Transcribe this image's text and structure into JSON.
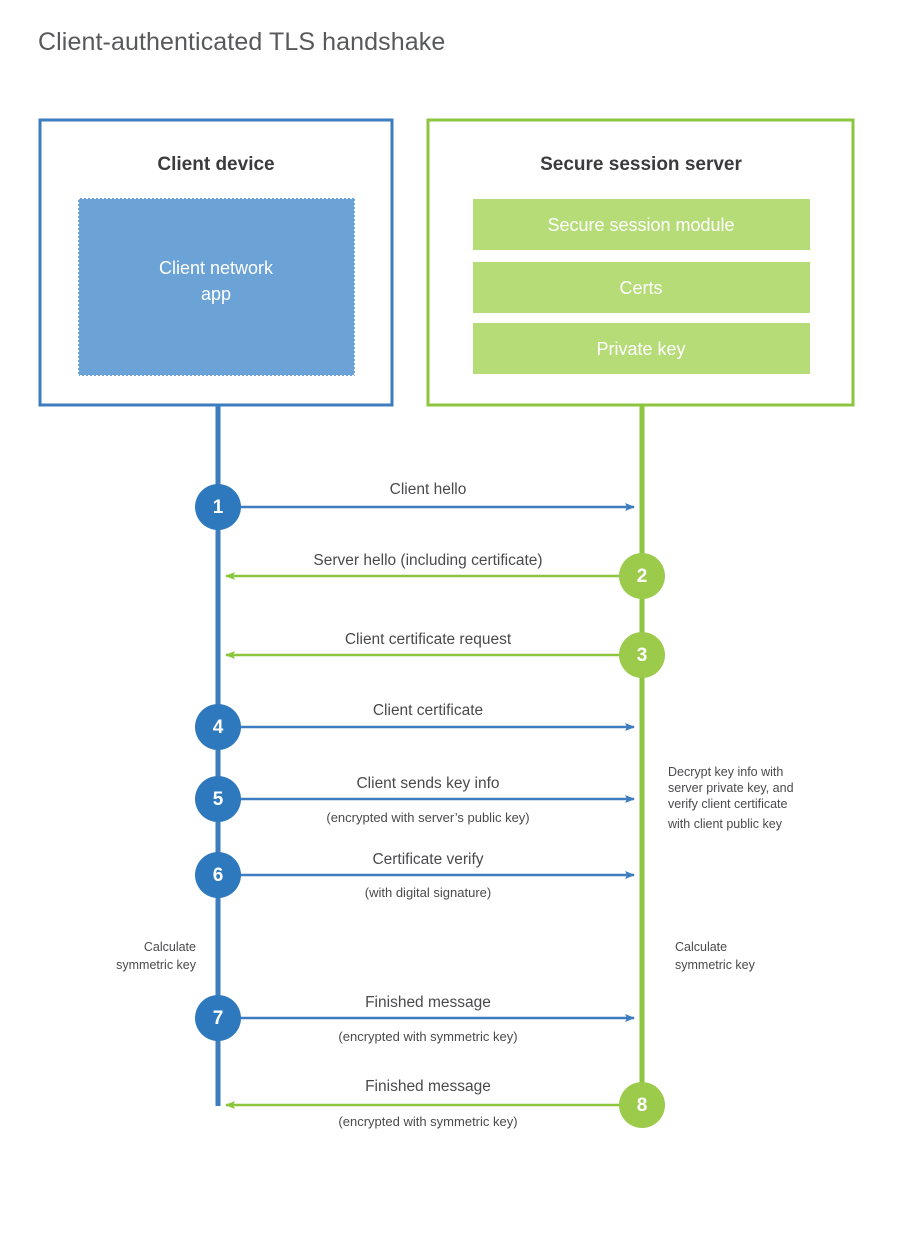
{
  "title": "Client-authenticated TLS handshake",
  "colors": {
    "client_border": "#3d7cbf",
    "client_fill": "#6ba3d6",
    "client_line": "#3d7cbf",
    "client_badge": "#2e79bd",
    "server_border": "#8cc63f",
    "server_fill": "#b5dc77",
    "server_line": "#8cc63f",
    "server_badge": "#9ccb4b",
    "title_text": "#58595b",
    "body_text": "#4a4a4c",
    "background": "#ffffff"
  },
  "client": {
    "title": "Client device",
    "inner_box": {
      "label_line1": "Client network",
      "label_line2": "app"
    }
  },
  "server": {
    "title": "Secure session server",
    "modules": [
      {
        "label": "Secure session module"
      },
      {
        "label": "Certs"
      },
      {
        "label": "Private key"
      }
    ]
  },
  "steps": [
    {
      "number": "1",
      "direction": "client-to-server",
      "primary": "Client hello",
      "secondary": ""
    },
    {
      "number": "2",
      "direction": "server-to-client",
      "primary": "Server hello (including certificate)",
      "secondary": ""
    },
    {
      "number": "3",
      "direction": "server-to-client",
      "primary": "Client certificate request",
      "secondary": ""
    },
    {
      "number": "4",
      "direction": "client-to-server",
      "primary": "Client certificate",
      "secondary": ""
    },
    {
      "number": "5",
      "direction": "client-to-server",
      "primary": "Client sends key info",
      "secondary": "(encrypted with server’s public key)"
    },
    {
      "number": "6",
      "direction": "client-to-server",
      "primary": "Certificate verify",
      "secondary": "(with digital signature)"
    },
    {
      "number": "7",
      "direction": "client-to-server",
      "primary": "Finished message",
      "secondary": "(encrypted with symmetric key)"
    },
    {
      "number": "8",
      "direction": "server-to-client",
      "primary": "Finished message",
      "secondary": "(encrypted with symmetric key)"
    }
  ],
  "notes": {
    "server_decrypt": {
      "line1": "Decrypt key info with",
      "line2": "server private key, and",
      "line3": "verify client certificate",
      "line4": "with client public key"
    },
    "client_calculate": {
      "line1": "Calculate",
      "line2": "symmetric key"
    },
    "server_calculate": {
      "line1": "Calculate",
      "line2": "symmetric key"
    }
  }
}
